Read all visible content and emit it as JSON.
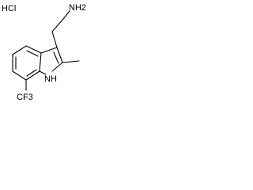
{
  "structure": {
    "salt_label": "HCl",
    "amine_label": "NH2",
    "indole_nh_label": "NH",
    "substituent_label": "CF3"
  },
  "colors": {
    "line": "#000000",
    "background": "#ffffff"
  }
}
